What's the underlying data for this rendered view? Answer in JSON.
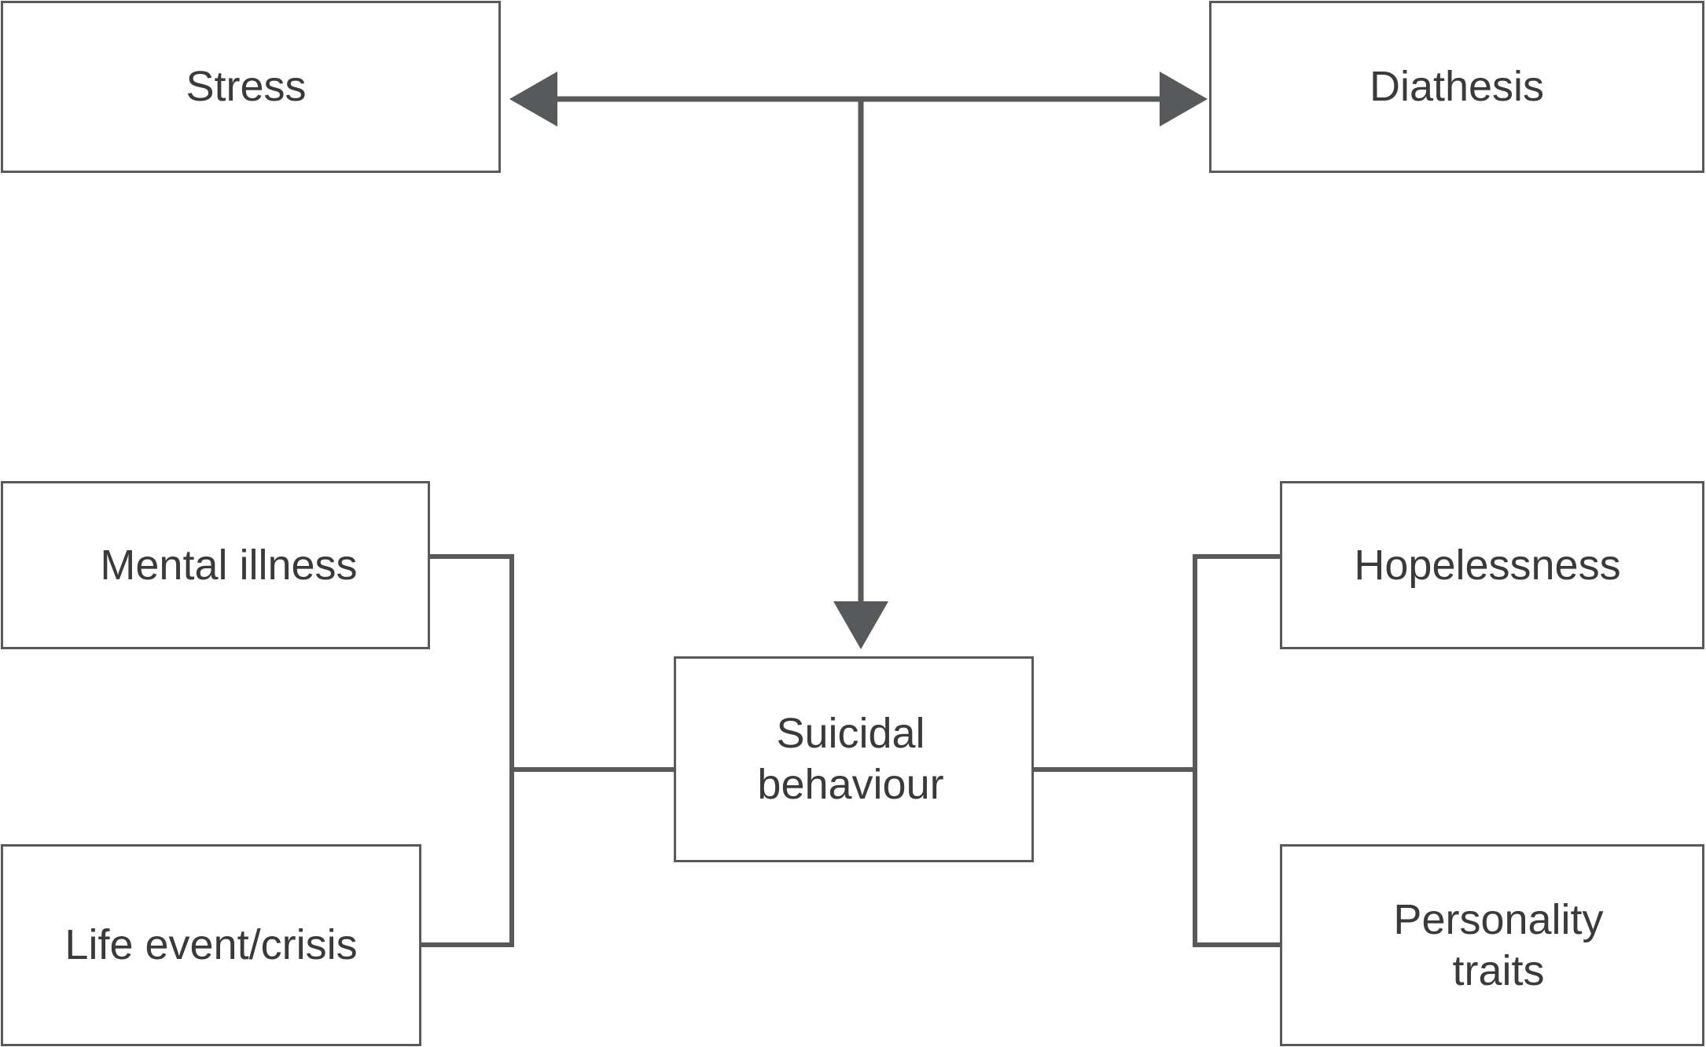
{
  "diagram": {
    "nodes": {
      "stress": "Stress",
      "diathesis": "Diathesis",
      "mental_illness": "Mental illness",
      "life_event": "Life event/crisis",
      "suicidal_line1": "Suicidal",
      "suicidal_line2": "behaviour",
      "hopelessness": "Hopelessness",
      "personality_line1": "Personality",
      "personality_line2": "traits"
    },
    "colors": {
      "stroke": "#58595b",
      "text": "#3a3a3c",
      "background": "#ffffff"
    }
  }
}
